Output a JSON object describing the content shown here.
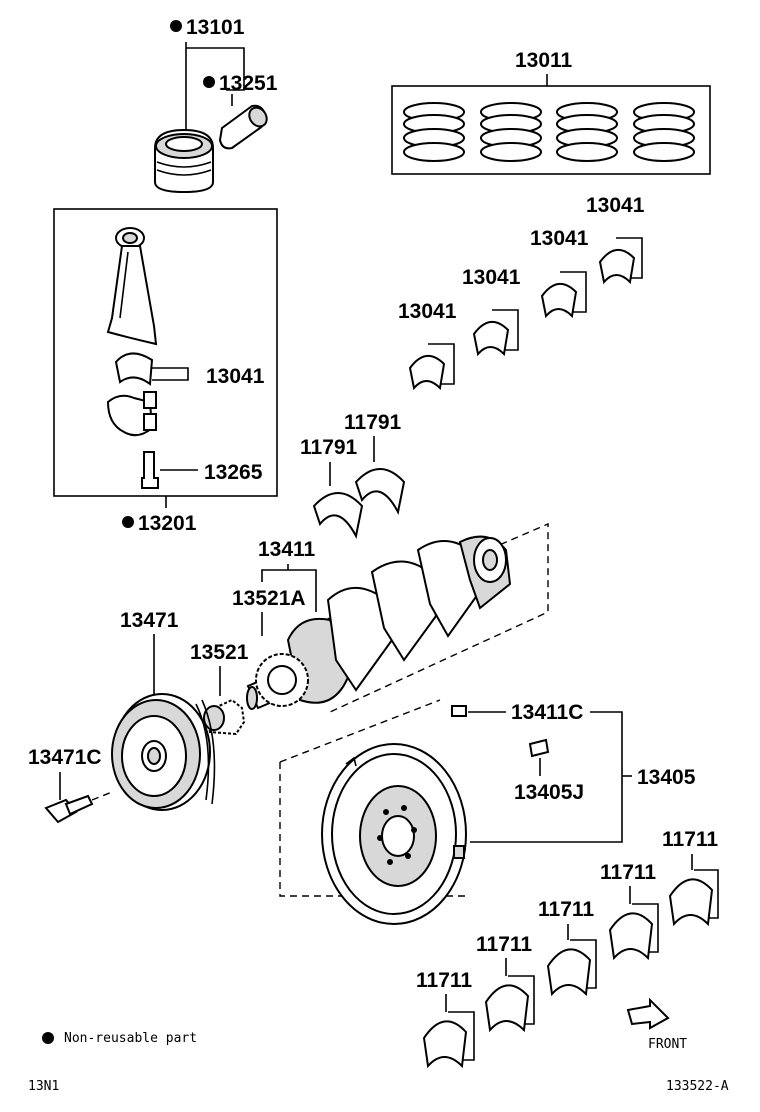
{
  "diagram": {
    "legend": {
      "bullet": "●",
      "text": "Non-reusable part"
    },
    "footer": {
      "left_code": "13N1",
      "right_code": "133522-A"
    },
    "front_label": "FRONT",
    "labels": {
      "p13101": "13101",
      "p13251": "13251",
      "p13011": "13011",
      "p13041_conrod": "13041",
      "p13265": "13265",
      "p13201": "13201",
      "p13041_a": "13041",
      "p13041_b": "13041",
      "p13041_c": "13041",
      "p13041_d": "13041",
      "p11791_a": "11791",
      "p11791_b": "11791",
      "p13411": "13411",
      "p13521A": "13521A",
      "p13471": "13471",
      "p13521": "13521",
      "p13471C": "13471C",
      "p13411C": "13411C",
      "p13405": "13405",
      "p13405J": "13405J",
      "p11711_a": "11711",
      "p11711_b": "11711",
      "p11711_c": "11711",
      "p11711_d": "11711",
      "p11711_e": "11711"
    }
  }
}
